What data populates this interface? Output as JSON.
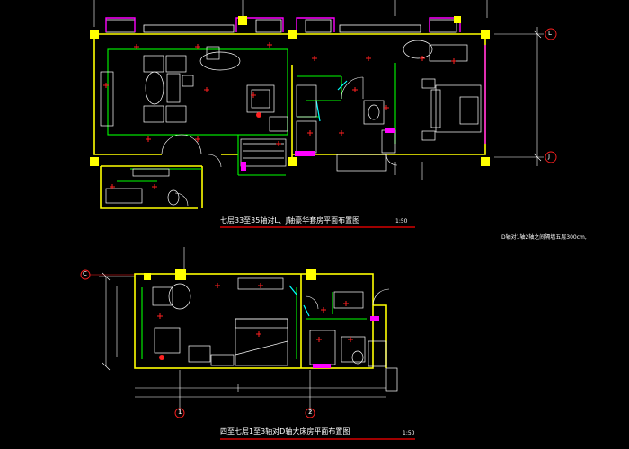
{
  "colors": {
    "background": "#000000",
    "wall": "#ffff00",
    "partition": "#00ff00",
    "furniture": "#ffffff",
    "accent": "#ff00ff",
    "marker": "#ff2020",
    "dimension": "#ffffff",
    "title_underline": "#ff0000",
    "door": "#00ffff"
  },
  "top_plan": {
    "title": "七层33至35轴对L、J轴豪华套房平面布置图",
    "scale": "1:50",
    "axis_labels": [
      "L",
      "J"
    ]
  },
  "bottom_plan": {
    "title": "四至七层1至3轴对D轴大床房平面布置图",
    "scale": "1:50",
    "axis_labels": [
      "C",
      "1",
      "2"
    ]
  },
  "side_note": "D轴对1轴2轴之间隔墙五层300cm,"
}
